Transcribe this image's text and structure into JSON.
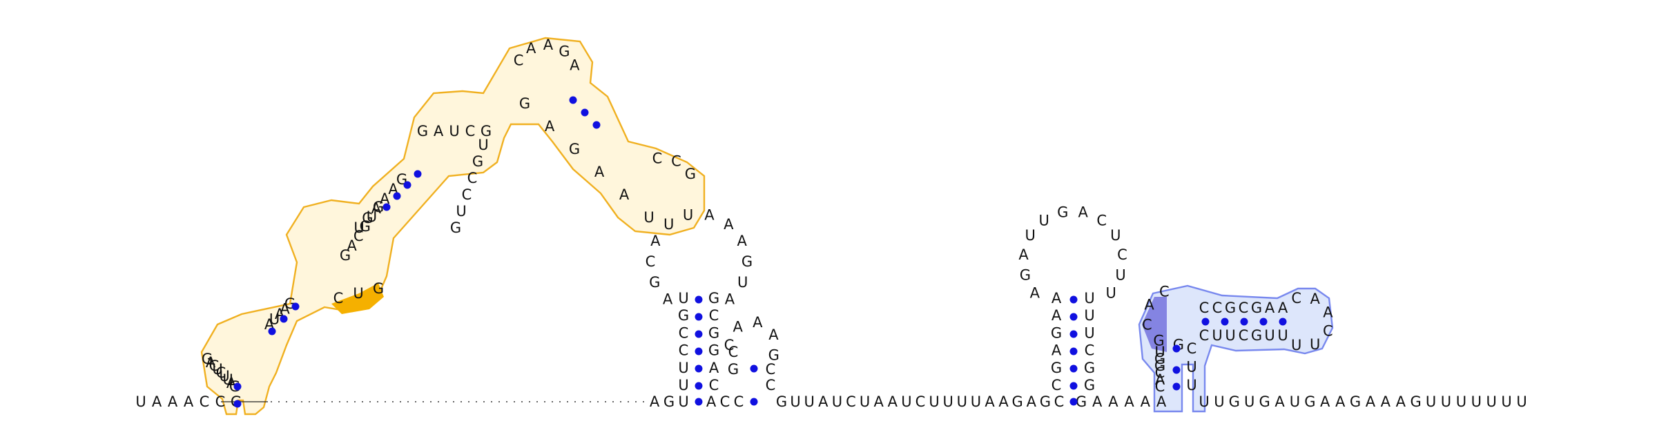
{
  "diagram": {
    "colors": {
      "orange_outline": "#f0b020",
      "orange_fill": "#fff6dc",
      "orange_highlight": "#f5b000",
      "blue_outline": "#7888ee",
      "blue_fill": "#dde6fb",
      "blue_highlight": "#8484e2",
      "pair_dot": "#1010e0"
    },
    "five_prime": "UAAACCG",
    "bottom_after_gap": "AGU",
    "bottom_tail": "GUUAUCUAAUCUUUUAAGAGC",
    "spacer": "GAAAAA",
    "three_prime": "UUGUGAUGAAGAAAGUUUUUUU",
    "small_hairpin_loop": "CAAAG",
    "h1_stem_left": "UGCCUU",
    "h1_stem_right": "GCGGAC",
    "h1_loop": "AGCAUUAAAGUA",
    "h2_stem_left": "AAGAGC",
    "h2_stem_right": "UUUCGG",
    "h2_loop": "AGAUUGACUCUU",
    "pk_stem_left": "CCGCGAA",
    "pk_stem_right": "CUUCGUU",
    "pk_loop_left": "UGGCAC",
    "pk_loop_right": "CAACUU",
    "top_loop_caaga": "CAAGA",
    "loop_ccg": "CCG",
    "strand_a": "GAUCG",
    "strand_b": "UGCCUG",
    "strand_c": "GAAAGU",
    "strand_d": "GUGCAG",
    "strand_e": "GAAUA",
    "strand_f": "GACUCUUAG",
    "strand_g": "GAGAAU",
    "highlight_cug": "CUG"
  }
}
